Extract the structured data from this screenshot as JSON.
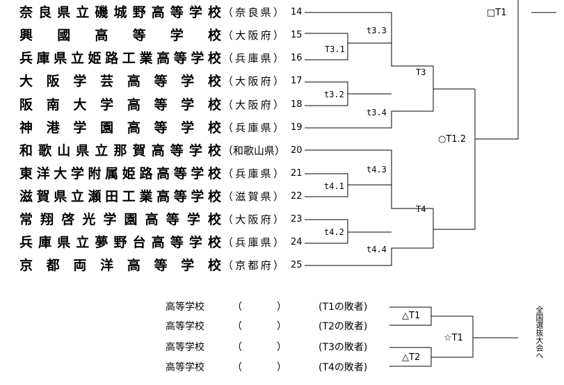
{
  "teams": [
    {
      "school": "奈良県立磯城野高等学校",
      "pref": "（奈良県）",
      "seed": "14"
    },
    {
      "school": "興國高等学校",
      "pref": "（大阪府）",
      "seed": "15"
    },
    {
      "school": "兵庫県立姫路工業高等学校",
      "pref": "（兵庫県）",
      "seed": "16"
    },
    {
      "school": "大阪学芸高等学校",
      "pref": "（大阪府）",
      "seed": "17"
    },
    {
      "school": "阪南大学高等学校",
      "pref": "（大阪府）",
      "seed": "18"
    },
    {
      "school": "神港学園高等学校",
      "pref": "（兵庫県）",
      "seed": "19"
    },
    {
      "school": "和歌山県立那賀高等学校",
      "pref": "（和歌山県）",
      "seed": "20"
    },
    {
      "school": "東洋大学附属姫路高等学校",
      "pref": "（兵庫県）",
      "seed": "21"
    },
    {
      "school": "滋賀県立瀬田工業高等学校",
      "pref": "（滋賀県）",
      "seed": "22"
    },
    {
      "school": "常翔啓光学園高等学校",
      "pref": "（大阪府）",
      "seed": "23"
    },
    {
      "school": "兵庫県立夢野台高等学校",
      "pref": "（兵庫県）",
      "seed": "24"
    },
    {
      "school": "京都両洋高等学校",
      "pref": "（京都府）",
      "seed": "25"
    }
  ],
  "bracket_labels": {
    "t3_3": "t3.3",
    "T3_1": "T3.1",
    "T3": "T3",
    "t3_2": "t3.2",
    "t3_4": "t3.4",
    "T1_2": "○T1.2",
    "t4_3": "t4.3",
    "t4_1": "t4.1",
    "T4": "T4",
    "t4_2": "t4.2",
    "t4_4": "t4.4",
    "T1": "□T1"
  },
  "consolation": {
    "rows": [
      {
        "school": "高等学校",
        "open": "（",
        "close": "）",
        "from": "(T1の敗者)"
      },
      {
        "school": "高等学校",
        "open": "（",
        "close": "）",
        "from": "(T2の敗者)"
      },
      {
        "school": "高等学校",
        "open": "（",
        "close": "）",
        "from": "(T3の敗者)"
      },
      {
        "school": "高等学校",
        "open": "（",
        "close": "）",
        "from": "(T4の敗者)"
      }
    ],
    "tri_T1": "△T1",
    "tri_T2": "△T2",
    "star_T1": "☆T1",
    "destination": "全国選抜大会へ"
  }
}
